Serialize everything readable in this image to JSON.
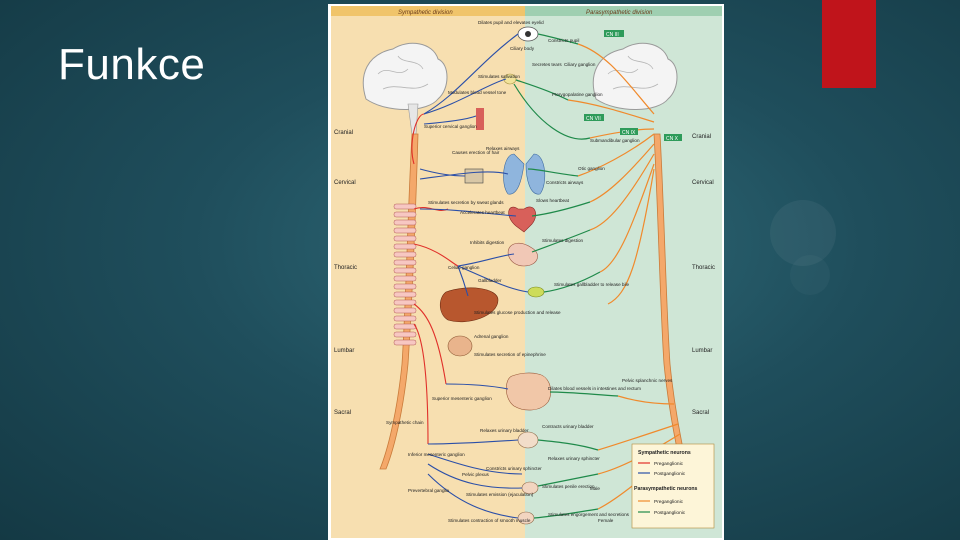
{
  "slide": {
    "title": "Funkce"
  },
  "diagram": {
    "sympathetic_header": "Sympathetic division",
    "parasympathetic_header": "Parasympathetic division",
    "regions_left": [
      "Cranial",
      "Cervical",
      "Thoracic",
      "Lumbar",
      "Sacral"
    ],
    "regions_right": [
      "Cranial",
      "Cervical",
      "Thoracic",
      "Lumbar",
      "Sacral"
    ],
    "cranial_nerves": [
      "CN III",
      "CN VII",
      "CN IX",
      "CN X"
    ],
    "sympathetic_labels": {
      "pupil": "Dilates pupil and elevates eyelid",
      "saliva": "Stimulates salivation",
      "vessel": "Modulates blood vessel tone",
      "cervical_ganglion": "Superior cervical ganglion",
      "hair": "Causes erection of hair",
      "airways": "Relaxes airways",
      "sweat": "Stimulates secretion by sweat glands",
      "heartbeat": "Accelerates heartbeat",
      "digestion": "Inhibits digestion",
      "celiac": "Celiac ganglion",
      "gallbladder": "Gallbladder",
      "glucose": "Stimulates glucose production and release",
      "adrenal": "Adrenal ganglion",
      "epinephrine": "Stimulates secretion of epinephrine",
      "sup_mesenteric": "Superior mesenteric ganglion",
      "chain": "Sympathetic chain",
      "bladder": "Relaxes urinary bladder",
      "inf_mesenteric": "Inferior mesenteric ganglion",
      "pelvic": "Pelvic plexus",
      "sphincter": "Constricts urinary sphincter",
      "emission": "Stimulates emission (ejaculation)",
      "prevertebral": "Prevertebral ganglia",
      "smooth_muscle": "Stimulates contraction of smooth muscle"
    },
    "parasympathetic_labels": {
      "pupil": "Constricts pupil",
      "ciliary_body": "Ciliary body",
      "ciliary_ganglion": "Ciliary ganglion",
      "tears": "Secretes tears",
      "pterygo": "Pterygopalatine ganglion",
      "submand": "Submandibular ganglion",
      "otic": "Otic ganglion",
      "constrict_airways": "Constricts airways",
      "slow_heart": "Slows heartbeat",
      "stim_digestion": "Stimulates digestion",
      "gallbladder": "Stimulates gallbladder to release bile",
      "vessels": "Dilates blood vessels in intestines and rectum",
      "splanchnic": "Pelvic splanchnic nerves",
      "bladder": "Contracts urinary bladder",
      "sphincter": "Relaxes urinary sphincter",
      "erection": "Stimulates penile erection",
      "male": "Male",
      "engorgement": "Stimulates engorgement and secretions",
      "female": "Female"
    },
    "legend": {
      "sym_title": "Sympathetic neurons",
      "para_title": "Parasympathetic neurons",
      "pre": "Preganglionic",
      "post": "Postganglionic",
      "pre2": "Preganglionic",
      "post2": "Postganglionic"
    },
    "colors": {
      "sym_bg": "#f7dfb0",
      "para_bg": "#cfe6d6",
      "sym_pre": "#e0302a",
      "sym_post": "#2b4fa8",
      "para_pre": "#f08a2c",
      "para_post": "#1f8a4a",
      "red_tab": "#c0141b"
    }
  }
}
